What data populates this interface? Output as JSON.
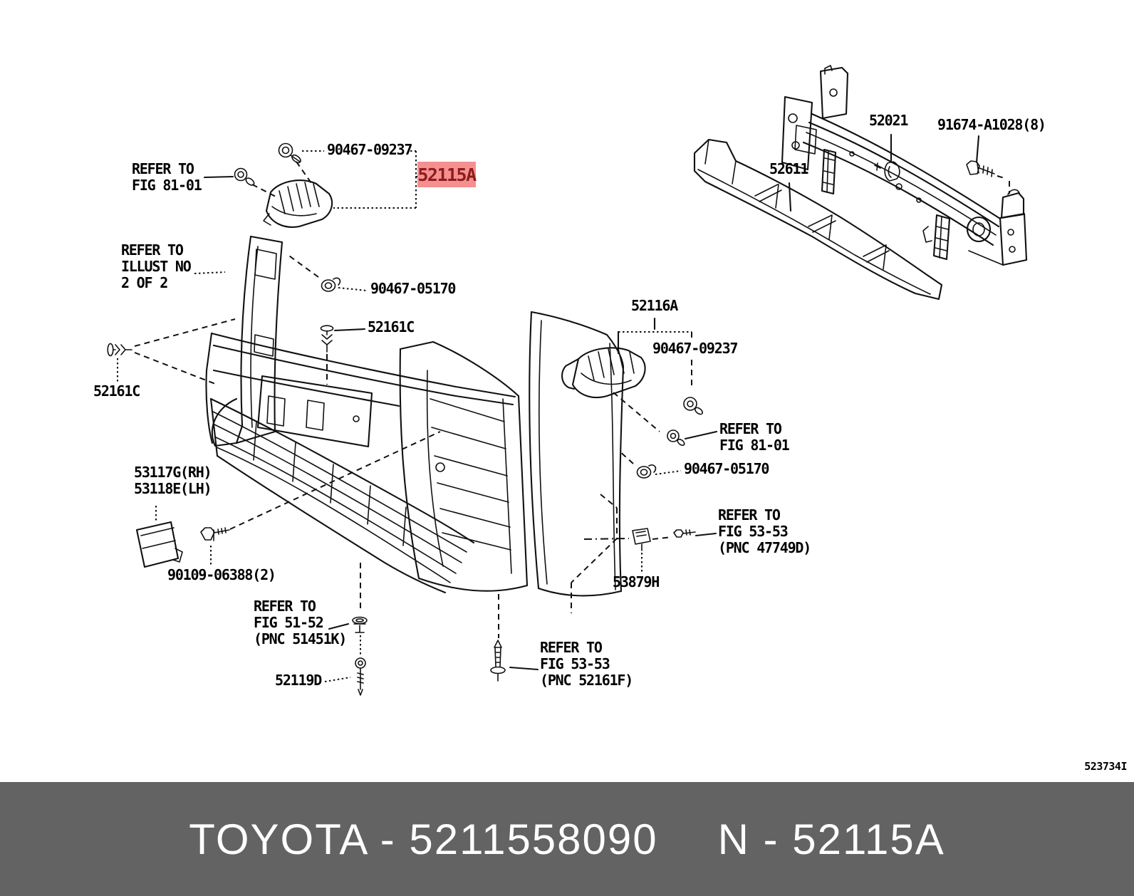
{
  "diagram": {
    "figure_code": "523734I",
    "callouts": {
      "refer_fig81_left": "REFER TO\nFIG 81-01",
      "p90467_09237_top": "90467-09237",
      "p52115a": "52115A",
      "refer_illust": "REFER TO\nILLUST NO\n2 OF 2",
      "p90467_05170_left": "90467-05170",
      "p52161c_upper": "52161C",
      "p52161c_left": "52161C",
      "p53117g_53118e": "53117G(RH)\n53118E(LH)",
      "p90109_06388": "90109-06388(2)",
      "refer_fig5152": "REFER TO\nFIG 51-52\n(PNC 51451K)",
      "p52119d": "52119D",
      "refer_fig5353_left": "REFER TO\nFIG 53-53\n(PNC 52161F)",
      "refer_fig5353_right": "REFER TO\nFIG 53-53\n(PNC 47749D)",
      "p53879h": "53879H",
      "p52116a": "52116A",
      "p90467_09237_right": "90467-09237",
      "refer_fig81_right": "REFER TO\nFIG 81-01",
      "p90467_05170_right": "90467-05170",
      "p52021": "52021",
      "p91674_a1028": "91674-A1028(8)",
      "p52611": "52611"
    },
    "colors": {
      "highlight_bg": "#f49090",
      "highlight_text": "#8e1c1c",
      "banner_bg": "#636363",
      "banner_text": "#ffffff",
      "line": "#111111"
    }
  },
  "banner": {
    "left_text": "TOYOTA - 5211558090",
    "right_text": "N - 52115A"
  }
}
